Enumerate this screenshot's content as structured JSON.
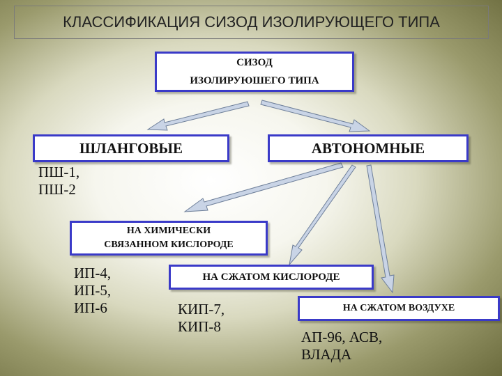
{
  "title": "КЛАССИФИКАЦИЯ СИЗОД ИЗОЛИРУЮЩЕГО ТИПА",
  "root": {
    "line1": "СИЗОД",
    "line2": "ИЗОЛИРУЮШЕГО ТИПА"
  },
  "hose": {
    "label": "ШЛАНГОВЫЕ",
    "models": [
      "ПШ-1,",
      "ПШ-2"
    ]
  },
  "autonomous": {
    "label": "АВТОНОМНЫЕ"
  },
  "chemical": {
    "line1": "НА ХИМИЧЕСКИ",
    "line2": "СВЯЗАННОМ КИСЛОРОДЕ",
    "models": [
      "ИП-4,",
      "ИП-5,",
      "ИП-6"
    ]
  },
  "compressed_oxygen": {
    "label": "НА СЖАТОМ КИСЛОРОДЕ",
    "models": [
      "КИП-7,",
      "КИП-8"
    ]
  },
  "compressed_air": {
    "label": "НА СЖАТОМ ВОЗДУХЕ",
    "models": [
      "АП-96, АСВ,",
      "ВЛАДА"
    ]
  },
  "colors": {
    "box_border": "#3a3ac8",
    "arrow_fill": "#c9d4e6",
    "arrow_stroke": "#6e7f99"
  }
}
